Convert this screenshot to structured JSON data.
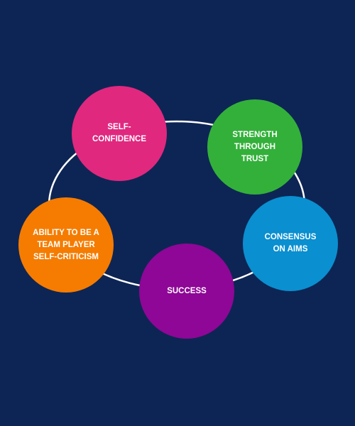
{
  "diagram": {
    "ring_color": "#ffffff",
    "background_color": "#0d2554",
    "nodes": [
      {
        "id": "self-confidence",
        "label": "SELF-\nCONFIDENCE",
        "color": "#e0287f"
      },
      {
        "id": "strength-through-trust",
        "label": "STRENGTH THROUGH\nTRUST",
        "color": "#33b03a"
      },
      {
        "id": "consensus-on-aims",
        "label": "CONSENSUS\nON AIMS",
        "color": "#0a8fd0"
      },
      {
        "id": "success",
        "label": "SUCCESS",
        "color": "#8e0796"
      },
      {
        "id": "team-player",
        "label": "ABILITY TO BE A\nTEAM PLAYER\nSELF-CRITICISM",
        "color": "#f57c00"
      }
    ]
  }
}
